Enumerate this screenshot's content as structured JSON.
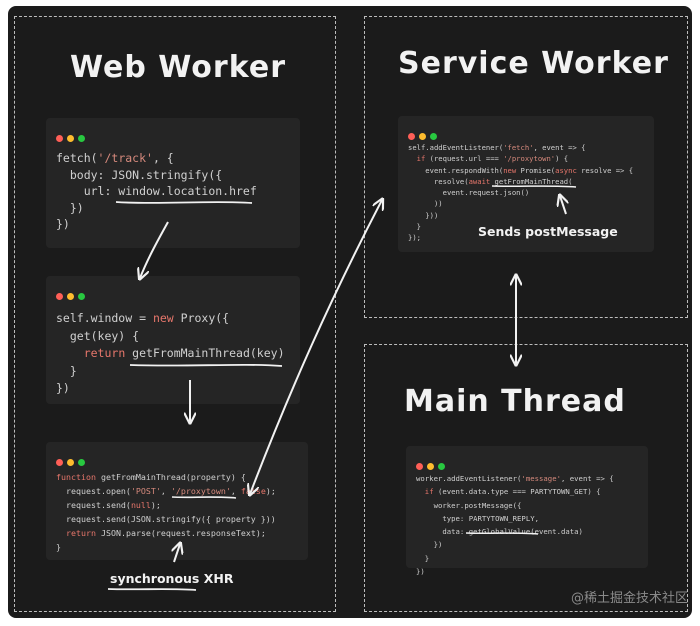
{
  "sections": {
    "web_worker": {
      "title": "Web Worker"
    },
    "service_worker": {
      "title": "Service Worker"
    },
    "main_thread": {
      "title": "Main Thread"
    }
  },
  "code": {
    "fetch_track": [
      "fetch('/track', {",
      "  body: JSON.stringify({",
      "    url: window.location.href",
      "  })",
      "})"
    ],
    "proxy": [
      "self.window = new Proxy({",
      "  get(key) {",
      "    return getFromMainThread(key)",
      "  }",
      "})"
    ],
    "get_from_main_thread": [
      "function getFromMainThread(property) {",
      "  request.open('POST', '/proxytown', false);",
      "  request.send(null);",
      "  request.send(JSON.stringify({ property }))",
      "  return JSON.parse(request.responseText);",
      "}"
    ],
    "service_worker_fetch": [
      "self.addEventListener('fetch', event => {",
      "  if (request.url === '/proxytown') {",
      "    event.respondWith(new Promise(async resolve => {",
      "      resolve(await getFromMainThread(",
      "        event.request.json()",
      "      ))",
      "    }))",
      "  }",
      "});"
    ],
    "main_thread_message": [
      "worker.addEventListener('message', event => {",
      "  if (event.data.type === PARTYTOWN_GET) {",
      "    worker.postMessage({",
      "      type: PARTYTOWN_REPLY,",
      "      data: getGlobalValue(event.data)",
      "    })",
      "  }",
      "})"
    ]
  },
  "annotations": {
    "synchronous_xhr": "synchronous XHR",
    "sends_postmessage": "Sends postMessage"
  },
  "watermark": "@稀土掘金技术社区",
  "colors": {
    "background": "#1b1b1b",
    "card": "#252525",
    "text": "#d0d0d0",
    "keyword": "#e6766b",
    "dot_red": "#ff5f57",
    "dot_yellow": "#febc2e",
    "dot_green": "#28c840",
    "ink": "#f2f2f2"
  }
}
